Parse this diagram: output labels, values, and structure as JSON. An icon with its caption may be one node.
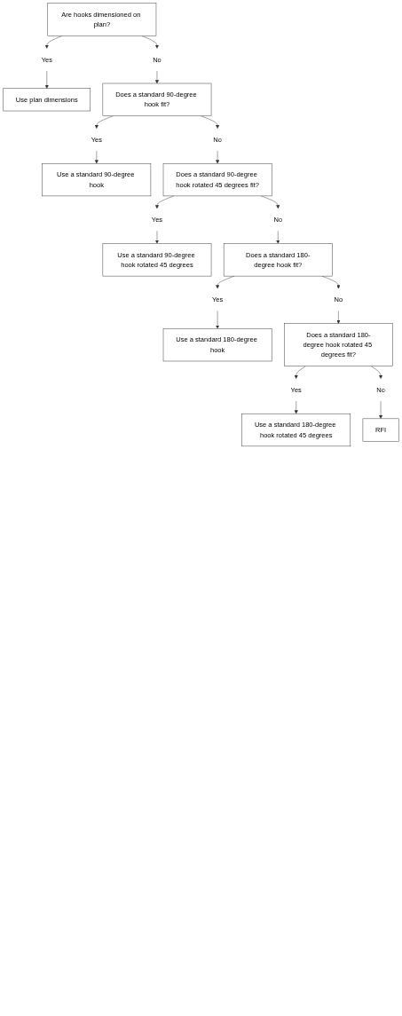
{
  "diagram": {
    "nodes": [
      {
        "text": [
          "Are hooks dimensioned on plan?"
        ]
      },
      {
        "text": [
          "Yes"
        ]
      },
      {
        "text": [
          "Use plan dimensions"
        ]
      },
      {
        "text": [
          "No"
        ]
      },
      {
        "text": [
          "Does a standard 90-degree hook fit?"
        ]
      },
      {
        "text": [
          "Yes"
        ]
      },
      {
        "text": [
          "Use a standard 90-degree hook"
        ]
      },
      {
        "text": [
          "No"
        ]
      },
      {
        "text": [
          "Does a standard 90-degree hook rotated 45 degrees fit?"
        ]
      },
      {
        "text": [
          "Yes"
        ]
      },
      {
        "text": [
          "Use a standard 90-degree hook rotated 45 degrees"
        ]
      },
      {
        "text": [
          "No"
        ]
      },
      {
        "text": [
          "Does a standard 180-degree hook fit?"
        ]
      },
      {
        "text": [
          "Yes"
        ]
      },
      {
        "text": [
          "Use a standard 180-degree hook"
        ]
      },
      {
        "text": [
          "No"
        ]
      },
      {
        "text": [
          "Does a standard 180-degree hook rotated 45 degrees fit?"
        ]
      },
      {
        "text": [
          "Yes"
        ]
      },
      {
        "text": [
          "Use a standard 180-degree hook rotated 45 degrees"
        ]
      },
      {
        "text": [
          "No"
        ]
      },
      {
        "text": [
          "RFI"
        ]
      }
    ],
    "edges": [
      {
        "from": 0,
        "to": 1,
        "arrow": "to"
      },
      {
        "from": 1,
        "to": 2,
        "arrow": "to"
      },
      {
        "from": 0,
        "to": 3,
        "arrow": "to"
      },
      {
        "from": 3,
        "to": 4,
        "arrow": "to"
      },
      {
        "from": 4,
        "to": 5,
        "arrow": "to"
      },
      {
        "from": 5,
        "to": 6,
        "arrow": "to"
      },
      {
        "from": 4,
        "to": 7,
        "arrow": "to"
      },
      {
        "from": 7,
        "to": 8,
        "arrow": "to"
      },
      {
        "from": 8,
        "to": 9,
        "arrow": "to"
      },
      {
        "from": 9,
        "to": 10,
        "arrow": "to"
      },
      {
        "from": 8,
        "to": 11,
        "arrow": "to"
      },
      {
        "from": 11,
        "to": 12,
        "arrow": "to"
      },
      {
        "from": 12,
        "to": 13,
        "arrow": "to"
      },
      {
        "from": 13,
        "to": 14,
        "arrow": "to"
      },
      {
        "from": 12,
        "to": 15,
        "arrow": "to"
      },
      {
        "from": 15,
        "to": 16,
        "arrow": "to"
      },
      {
        "from": 16,
        "to": 17,
        "arrow": "to"
      },
      {
        "from": 17,
        "to": 18,
        "arrow": "to"
      },
      {
        "from": 16,
        "to": 19,
        "arrow": "to"
      },
      {
        "from": 19,
        "to": 20,
        "arrow": "to"
      }
    ]
  }
}
